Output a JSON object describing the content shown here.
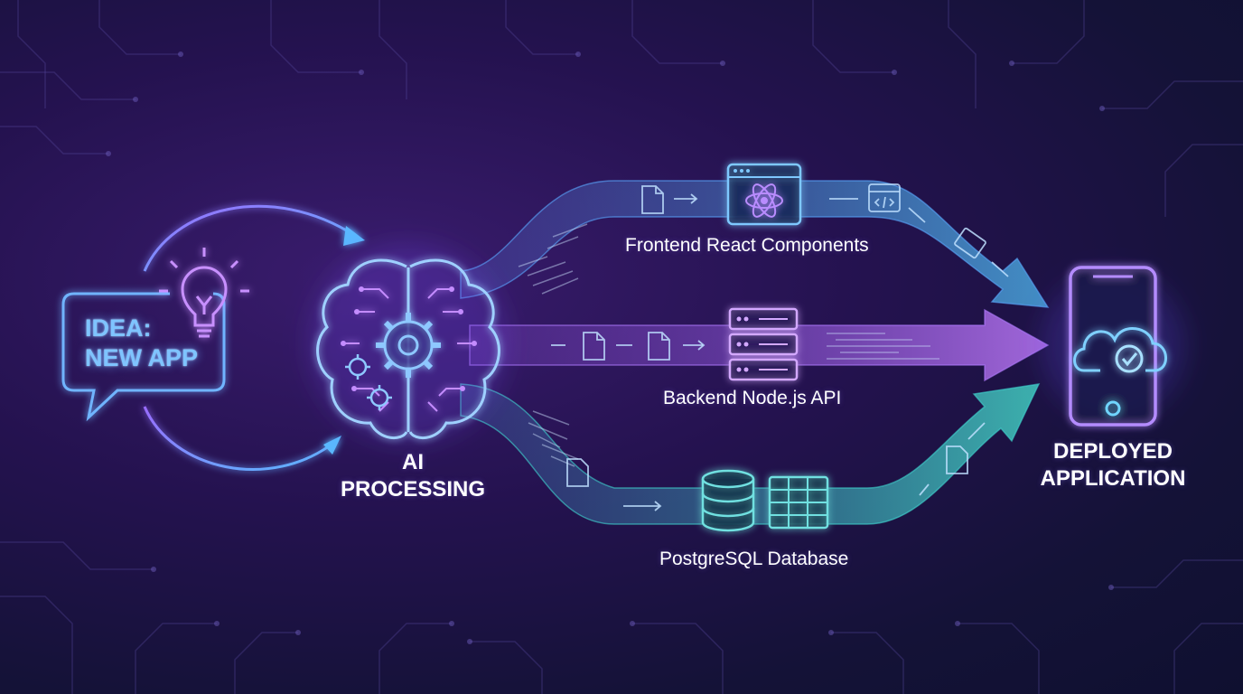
{
  "idea": {
    "line1": "IDEA:",
    "line2": "NEW APP"
  },
  "ai": {
    "line1": "AI",
    "line2": "PROCESSING"
  },
  "paths": {
    "frontend": "Frontend React Components",
    "backend": "Backend Node.js API",
    "database": "PostgreSQL Database"
  },
  "deployed": {
    "line1": "DEPLOYED",
    "line2": "APPLICATION"
  },
  "icons": [
    "lightbulb-icon",
    "speech-bubble-icon",
    "brain-icon",
    "gear-icon",
    "document-icon",
    "browser-window-icon",
    "react-logo-icon",
    "code-window-icon",
    "server-stack-icon",
    "database-cylinder-icon",
    "table-grid-icon",
    "smartphone-icon",
    "cloud-check-icon"
  ],
  "colors": {
    "background": "#1b1340",
    "blue": "#4fb0ff",
    "violet": "#b07cff",
    "teal": "#3fd6d0",
    "cyan": "#7fc4ff"
  }
}
